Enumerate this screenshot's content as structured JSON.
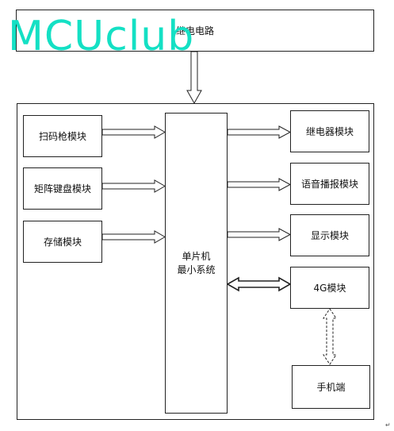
{
  "diagram": {
    "relay_circuit": "继电电路",
    "mcu": {
      "line1": "单片机",
      "line2": "最小系统"
    },
    "inputs": [
      "扫码枪模块",
      "矩阵键盘模块",
      "存储模块"
    ],
    "outputs": [
      "继电器模块",
      "语音播报模块",
      "显示模块",
      "4G模块"
    ],
    "phone": "手机端"
  },
  "watermark": "MCUclub",
  "corner_mark": "↵"
}
